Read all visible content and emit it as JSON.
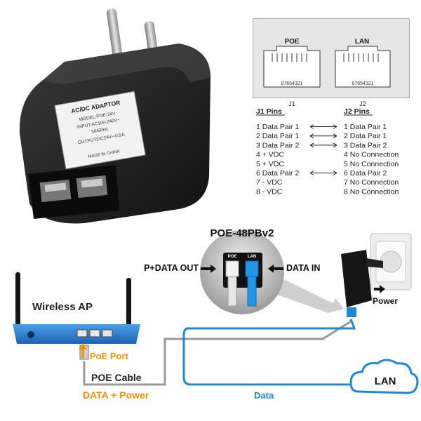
{
  "adapter": {
    "label_title": "AC/DC ADAPTOR",
    "label_lines": [
      "MODEL:POE-24V",
      "INPUT:AC100-240V~",
      "50/60Hz",
      "OUTPUT:DC24V⎓0.5A"
    ],
    "label_footer": "MADE IN CHINA"
  },
  "pinout": {
    "ports": [
      {
        "name": "POE",
        "pins": "87654321",
        "caption": "J1"
      },
      {
        "name": "LAN",
        "pins": "87654321",
        "caption": "J2"
      }
    ],
    "j1_header": "J1 Pins",
    "j2_header": "J2 Pins",
    "rows": [
      {
        "j1": "1  Data Pair 1",
        "j2": "1  Data Pair 1",
        "arrow": true
      },
      {
        "j1": "2  Data Pair 1",
        "j2": "2  Data Pair 1",
        "arrow": true
      },
      {
        "j1": "3  Data Pair 2",
        "j2": "3  Data Pair 2",
        "arrow": true
      },
      {
        "j1": "4  + VDC",
        "j2": "4  No Connection",
        "arrow": false
      },
      {
        "j1": "5  + VDC",
        "j2": "5  No Connection",
        "arrow": false
      },
      {
        "j1": "6  Data Pair 2",
        "j2": "6  Data Pair 2",
        "arrow": true
      },
      {
        "j1": "7  - VDC",
        "j2": "7  No Connection",
        "arrow": false
      },
      {
        "j1": "8  - VDC",
        "j2": "8  No Connection",
        "arrow": false
      }
    ]
  },
  "diagram": {
    "injector_title": "POE-48PBv2",
    "injector_port_poe": "POE",
    "injector_port_lan": "LAN",
    "out_label": "P+DATA OUT",
    "in_label": "DATA IN",
    "router_label": "Wireless AP",
    "poe_port_label": "PoE Port",
    "poe_cable_label": "POE Cable",
    "data_power_label": "DATA + Power",
    "data_label": "Data",
    "power_label": "Power",
    "lan_cloud_label": "LAN"
  },
  "colors": {
    "orange": "#f39200",
    "blue": "#1e88d8",
    "cable_gray": "#9a9a9a",
    "router_blue": "#2f7fd0"
  }
}
